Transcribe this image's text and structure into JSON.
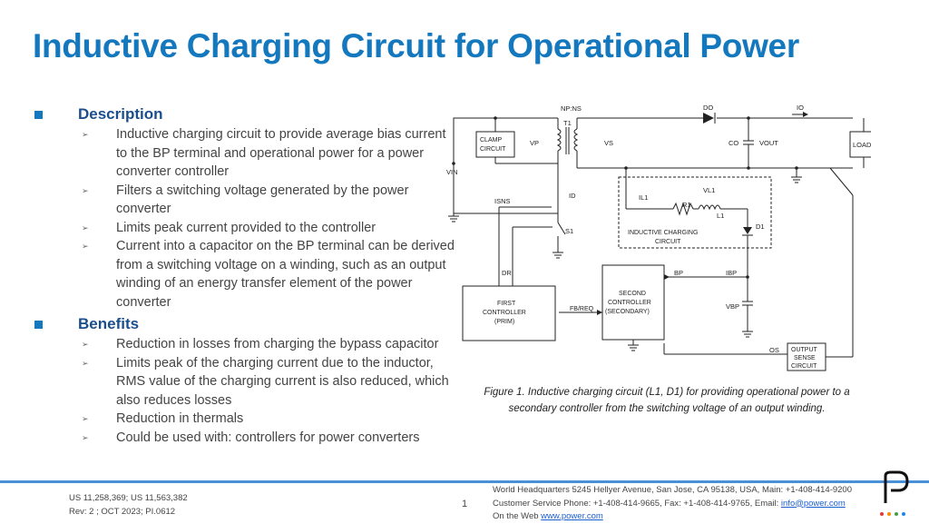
{
  "title": "Inductive Charging Circuit for Operational Power",
  "description": {
    "heading": "Description",
    "items": [
      "Inductive charging circuit to provide average bias current to the BP terminal and operational power for a power converter controller",
      "Filters a switching voltage generated by the power converter",
      "Limits peak current provided to the controller",
      "Current into a capacitor on the BP terminal can be derived from a switching voltage on a winding, such as an output winding of an energy transfer element of the power converter"
    ]
  },
  "benefits": {
    "heading": "Benefits",
    "items": [
      "Reduction in losses from charging the bypass capacitor",
      "Limits peak of the charging current due to the inductor, RMS value of the charging current is also reduced, which also reduces losses",
      "Reduction in thermals",
      "Could be used with: controllers for power converters"
    ]
  },
  "diagram": {
    "labels": {
      "np_ns": "NP:NS",
      "t1": "T1",
      "do": "DO",
      "io": "IO",
      "clamp": "CLAMP",
      "circuit": "CIRCUIT",
      "vp": "VP",
      "vs": "VS",
      "co": "CO",
      "vout": "VOUT",
      "load": "LOAD",
      "vin": "VIN",
      "isns": "ISNS",
      "id": "ID",
      "s1": "S1",
      "il1": "IL1",
      "vl1": "VL1",
      "r1": "R1",
      "l1": "L1",
      "d1": "D1",
      "icc1": "INDUCTIVE CHARGING",
      "icc2": "CIRCUIT",
      "dr": "DR",
      "bp": "BP",
      "ibp": "IBP",
      "vbp": "VBP",
      "fc1": "FIRST",
      "fc2": "CONTROLLER",
      "fc3": "(PRIM)",
      "fbreq": "FB/REQ",
      "sc1": "SECOND",
      "sc2": "CONTROLLER",
      "sc3": "(SECONDARY)",
      "os": "OS",
      "osc1": "OUTPUT",
      "osc2": "SENSE",
      "osc3": "CIRCUIT"
    }
  },
  "caption": "Figure 1. Inductive charging circuit (L1, D1) for providing operational power to a secondary controller from the switching voltage of an output winding.",
  "footer": {
    "patents": "US 11,258,369; US 11,563,382",
    "rev": "Rev: 2 ; OCT 2023; PI.0612",
    "page": "1",
    "hq": "World Headquarters 5245 Hellyer Avenue, San Jose, CA 95138, USA, Main: +1-408-414-9200",
    "phone": "Customer Service Phone: +1-408-414-9665, Fax: +1-408-414-9765, Email:",
    "email": "info@power.com",
    "web_prefix": "On the Web",
    "web": "www.power.com"
  },
  "colors": {
    "title": "#1478be",
    "heading": "#1a4e8c",
    "footer_line": "#4a90d9"
  }
}
